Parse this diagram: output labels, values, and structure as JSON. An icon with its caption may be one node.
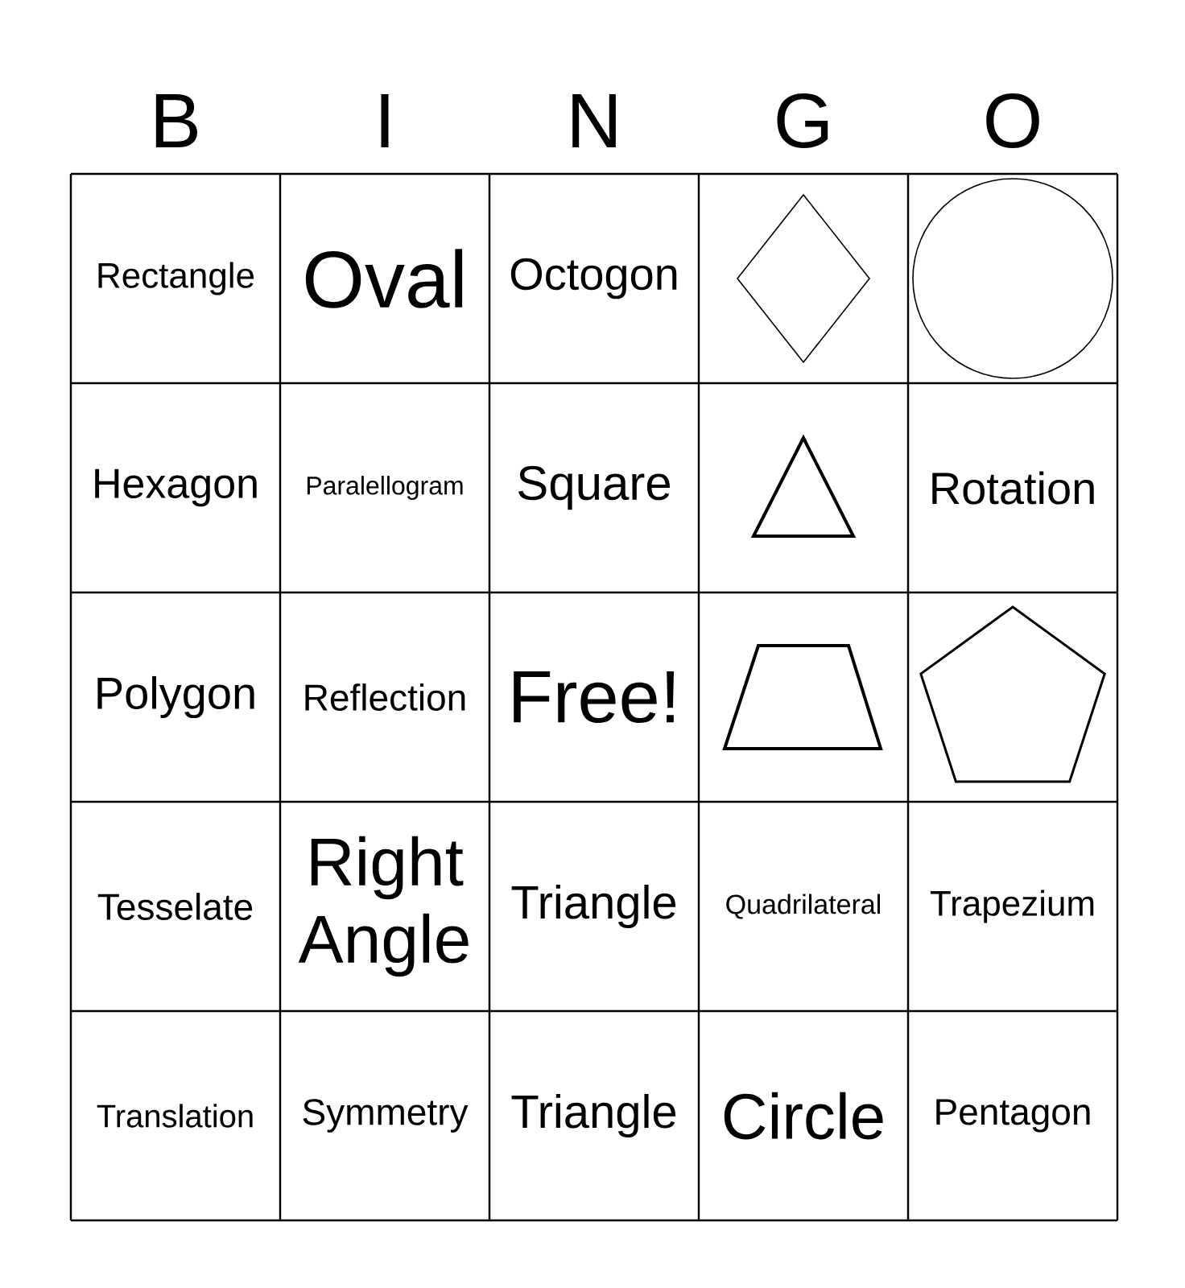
{
  "diagram": {
    "labels": [
      "B",
      "I",
      "N",
      "G",
      "O",
      "Rectangle",
      "Oval",
      "Octogon",
      "Hexagon",
      "Paralellogram",
      "Square",
      "Rotation",
      "Polygon",
      "Reflection",
      "Free!",
      "Tesselate",
      "Right Angle",
      "Triangle",
      "Quadrilateral",
      "Trapezium",
      "Translation",
      "Symmetry",
      "Triangle",
      "Circle",
      "Pentagon"
    ]
  }
}
